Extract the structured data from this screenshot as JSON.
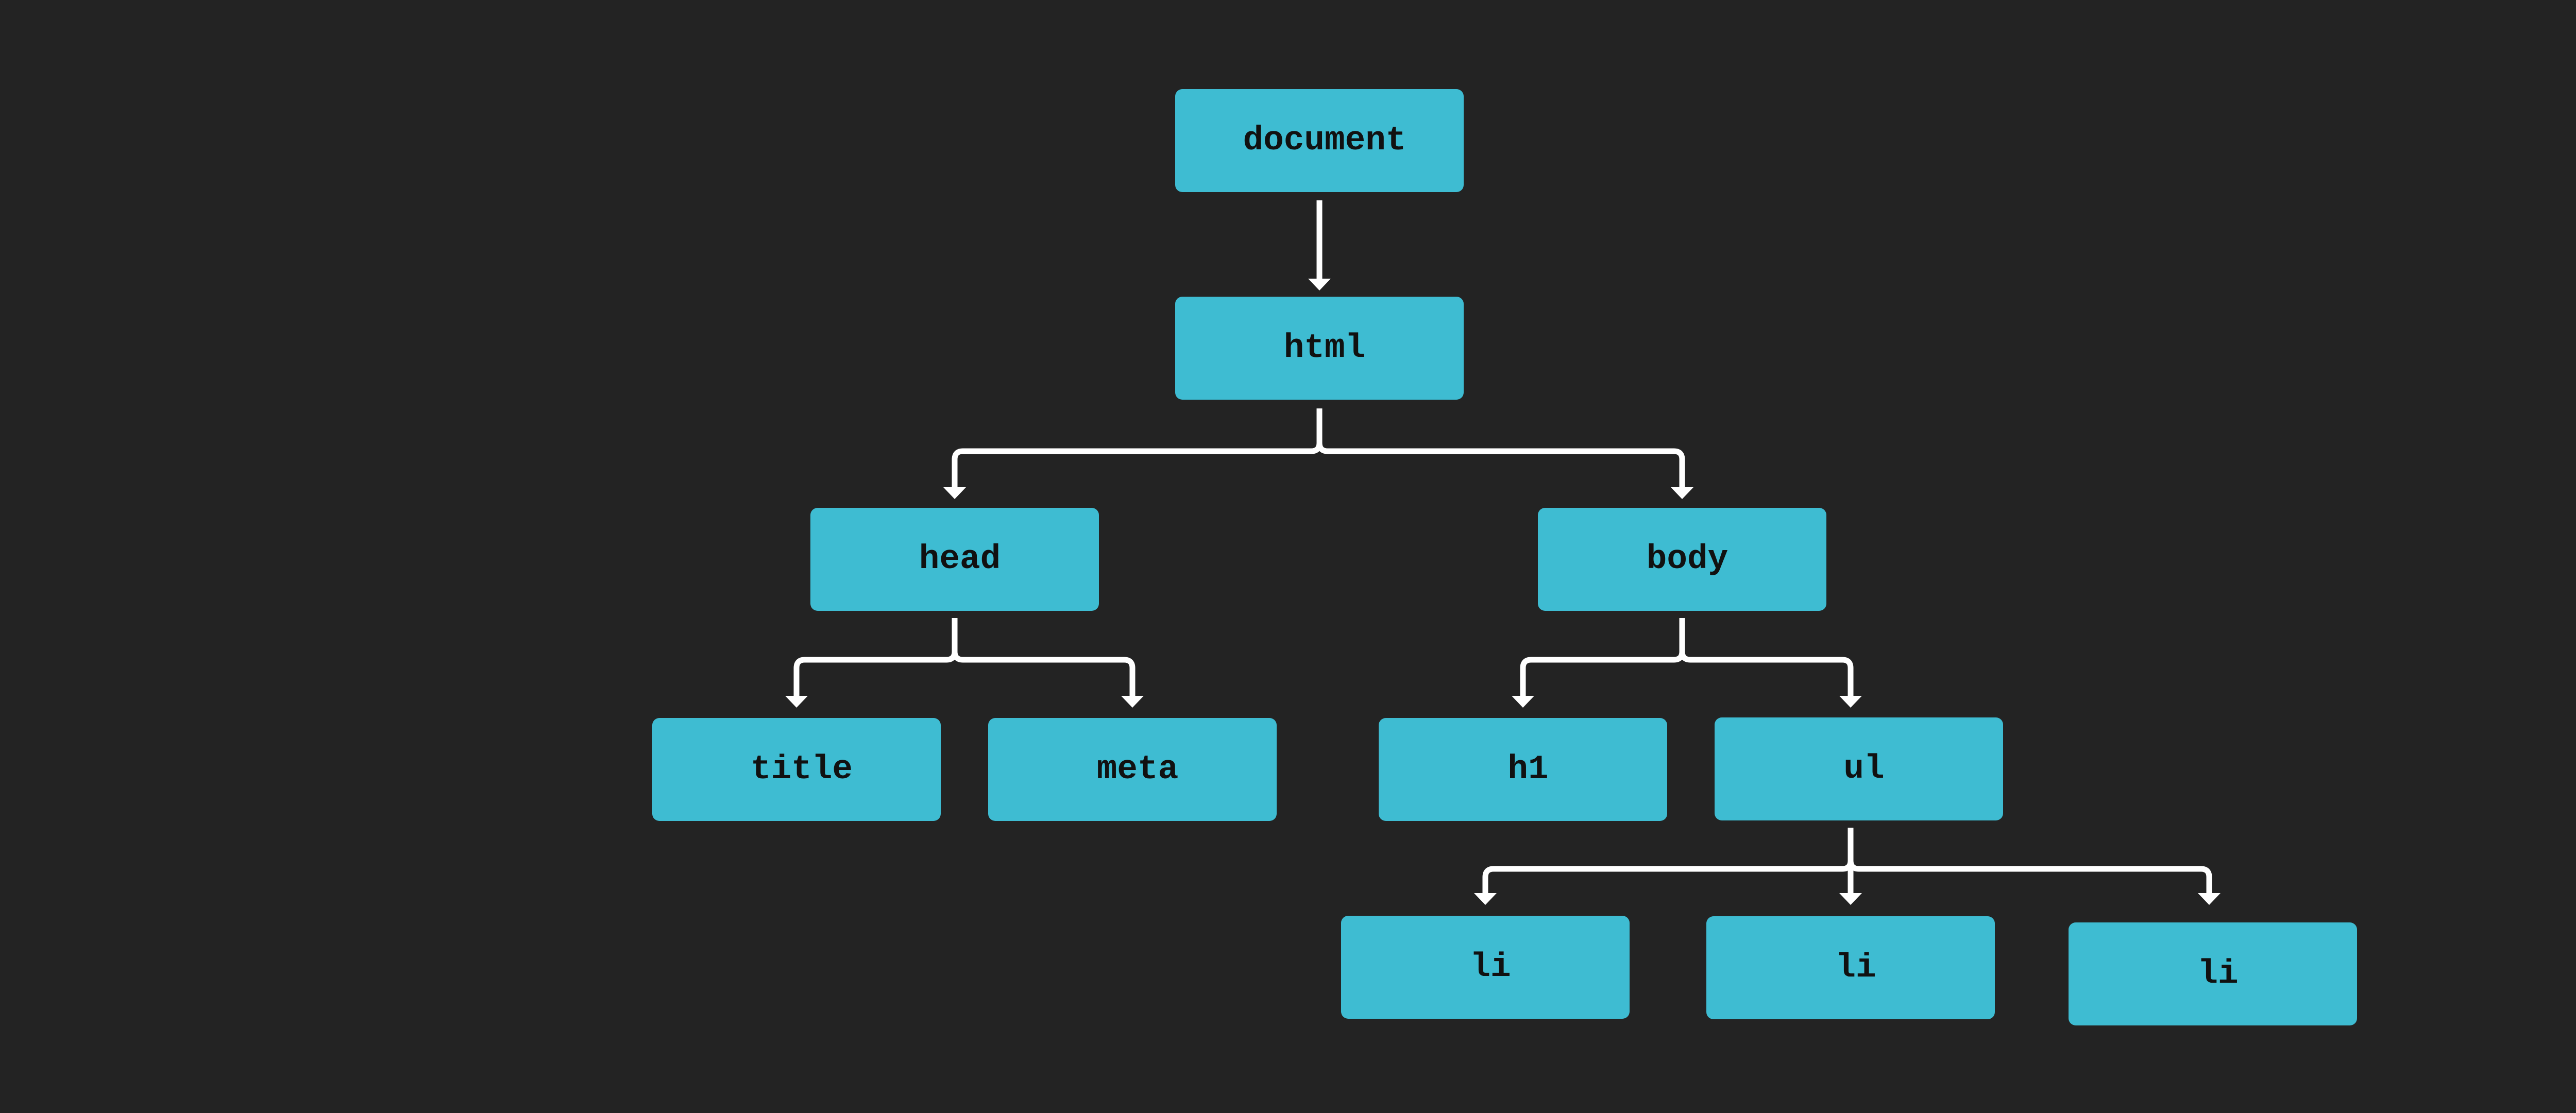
{
  "diagram": {
    "type": "tree",
    "description": "DOM tree",
    "colors": {
      "background": "#232323",
      "node-fill": "#3ebcd2",
      "node-text": "#111111",
      "connector": "#ffffff"
    },
    "nodes": [
      {
        "id": "document",
        "label": "document"
      },
      {
        "id": "html",
        "label": "html"
      },
      {
        "id": "head",
        "label": "head"
      },
      {
        "id": "body",
        "label": "body"
      },
      {
        "id": "title",
        "label": "title"
      },
      {
        "id": "meta",
        "label": "meta"
      },
      {
        "id": "h1",
        "label": "h1"
      },
      {
        "id": "ul",
        "label": "ul"
      },
      {
        "id": "li-1",
        "label": "li"
      },
      {
        "id": "li-2",
        "label": "li"
      },
      {
        "id": "li-3",
        "label": "li"
      }
    ],
    "edges": [
      {
        "from": "document",
        "to": "html"
      },
      {
        "from": "html",
        "to": "head"
      },
      {
        "from": "html",
        "to": "body"
      },
      {
        "from": "head",
        "to": "title"
      },
      {
        "from": "head",
        "to": "meta"
      },
      {
        "from": "body",
        "to": "h1"
      },
      {
        "from": "body",
        "to": "ul"
      },
      {
        "from": "ul",
        "to": "li-1"
      },
      {
        "from": "ul",
        "to": "li-2"
      },
      {
        "from": "ul",
        "to": "li-3"
      }
    ]
  }
}
